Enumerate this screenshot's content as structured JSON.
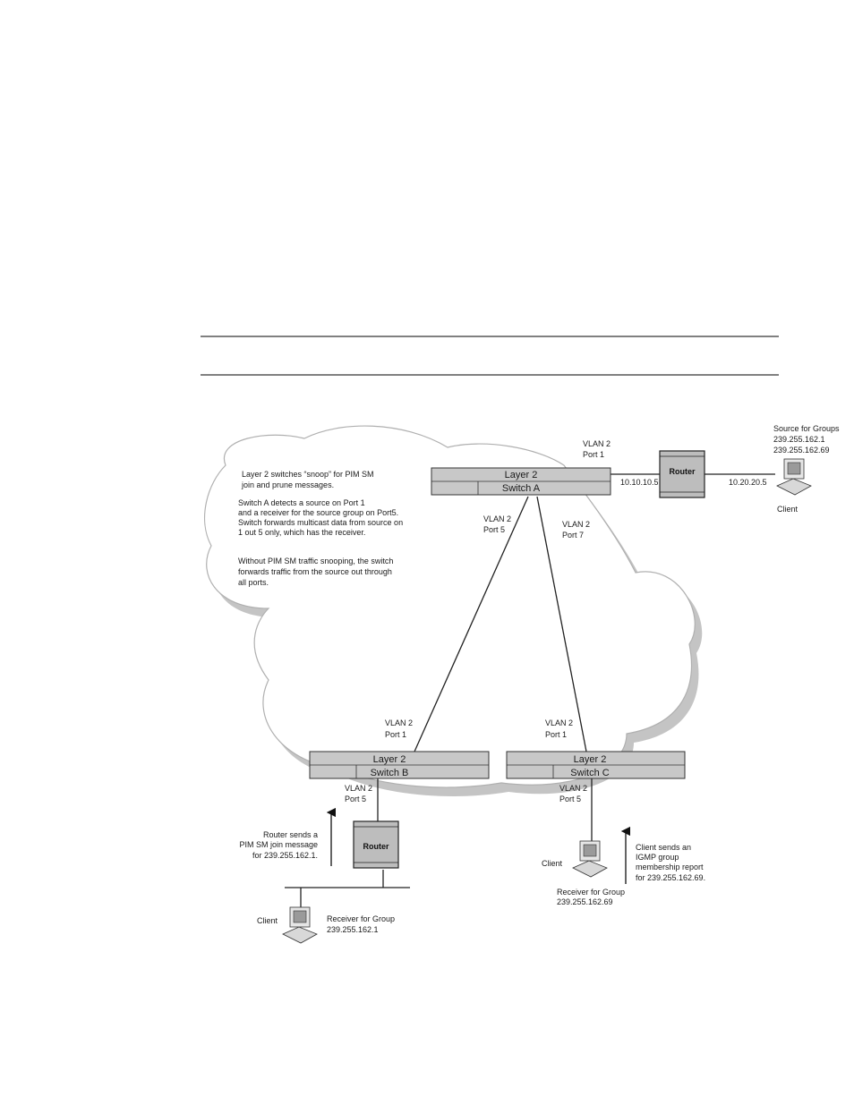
{
  "cloud_note": {
    "lines": [
      "Layer 2 switches “snoop” for PIM SM",
      "join and prune messages.",
      "Switch A detects a source on Port 1",
      "and a receiver for the source group on Port5.",
      "Switch forwards multicast data from source on",
      "1 out 5 only, which has the receiver.",
      "Without PIM SM traffic snooping, the switch",
      "forwards traffic from the source out through",
      "all ports."
    ]
  },
  "switch_a": {
    "top": "Layer 2",
    "bottom": "Switch A"
  },
  "switch_b": {
    "top": "Layer 2",
    "bottom": "Switch B"
  },
  "switch_c": {
    "top": "Layer 2",
    "bottom": "Switch C"
  },
  "router_top": {
    "label": "Router",
    "ip_left": "10.10.10.5",
    "ip_right": "10.20.20.5"
  },
  "router_bottom": {
    "label": "Router"
  },
  "ports": {
    "a_port1": [
      "VLAN 2",
      "Port 1"
    ],
    "a_port5": [
      "VLAN 2",
      "Port 5"
    ],
    "a_port7": [
      "VLAN 2",
      "Port 7"
    ],
    "b_port1": [
      "VLAN 2",
      "Port 1"
    ],
    "b_port5": [
      "VLAN 2",
      "Port 5"
    ],
    "c_port1": [
      "VLAN 2",
      "Port 1"
    ],
    "c_port5": [
      "VLAN 2",
      "Port 5"
    ]
  },
  "source": {
    "heading": "Source for Groups",
    "groups": [
      "239.255.162.1",
      "239.255.162.69"
    ],
    "client": "Client"
  },
  "router_note": [
    "Router sends a",
    "PIM SM join message",
    "for 239.255.162.1."
  ],
  "client_note": [
    "Client sends an",
    "IGMP group",
    "membership report",
    "for 239.255.162.69."
  ],
  "receiver_b": {
    "client": "Client",
    "lines": [
      "Receiver for Group",
      "239.255.162.1"
    ]
  },
  "receiver_c": {
    "client": "Client",
    "lines": [
      "Receiver for Group",
      "239.255.162.69"
    ]
  }
}
